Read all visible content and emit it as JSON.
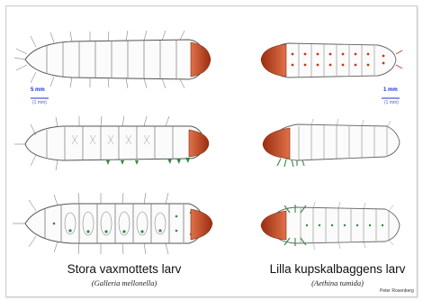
{
  "left_column": {
    "name": "Stora vaxmottets larv",
    "scientific": "(Galleria mellonella)",
    "scale_label": "5 mm",
    "scale_sub": "(1 mm)"
  },
  "right_column": {
    "name": "Lilla kupskalbaggens larv",
    "scientific": "(Aethina tumida)",
    "scale_label": "1 mm",
    "scale_sub": "(1 mm)"
  },
  "credit": "Peter Rosenberg",
  "colors": {
    "head": "#c0431a",
    "outline": "#444444",
    "spots_green": "#2f8a3a",
    "spots_red": "#c23a1c",
    "scale_blue": "#1e30d6"
  },
  "views": [
    "dorsal",
    "lateral",
    "ventral"
  ]
}
